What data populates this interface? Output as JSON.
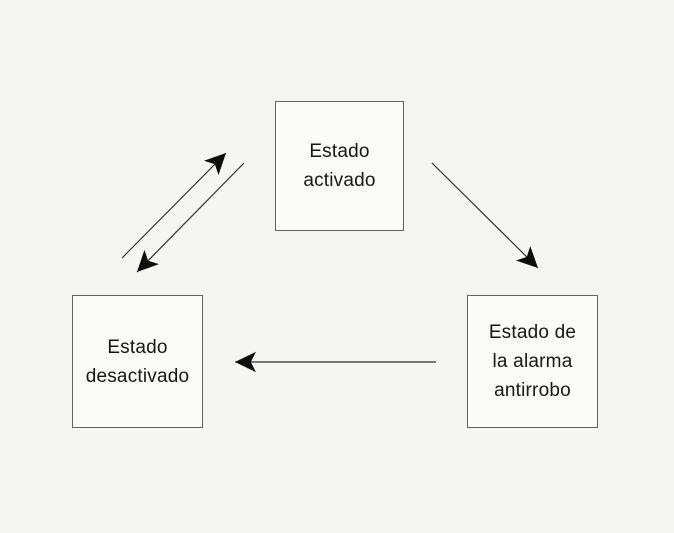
{
  "diagram": {
    "type": "state-diagram",
    "nodes": [
      {
        "id": "estado-activado",
        "label": "Estado activado",
        "lines": [
          "Estado",
          "activado"
        ]
      },
      {
        "id": "estado-desactivado",
        "label": "Estado desactivado",
        "lines": [
          "Estado",
          "desactivado"
        ]
      },
      {
        "id": "estado-alarma-antirrobo",
        "label": "Estado de la alarma antirrobo",
        "lines": [
          "Estado de",
          "la alarma",
          "antirrobo"
        ]
      }
    ],
    "edges": [
      {
        "from": "estado-desactivado",
        "to": "estado-activado",
        "direction": "up-right"
      },
      {
        "from": "estado-activado",
        "to": "estado-desactivado",
        "direction": "down-left"
      },
      {
        "from": "estado-activado",
        "to": "estado-alarma-antirrobo",
        "direction": "down-right"
      },
      {
        "from": "estado-alarma-antirrobo",
        "to": "estado-desactivado",
        "direction": "left"
      }
    ],
    "colors": {
      "background": "#f5f5f3",
      "node_fill": "#fbfbfa",
      "node_border": "#5f6163",
      "arrow_line": "#2f2f2f",
      "arrow_head": "#0d0d0d",
      "text": "#161616"
    }
  }
}
